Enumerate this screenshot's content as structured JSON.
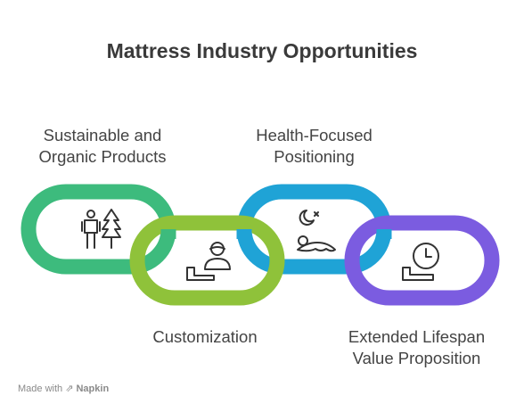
{
  "title": "Mattress Industry Opportunities",
  "items": [
    {
      "label_lines": [
        "Sustainable and",
        "Organic Products"
      ],
      "color": "#3dbb7d",
      "icon": "hiker-tree-icon"
    },
    {
      "label_lines": [
        "Customization"
      ],
      "color": "#8fc23a",
      "icon": "person-bed-icon"
    },
    {
      "label_lines": [
        "Health-Focused",
        "Positioning"
      ],
      "color": "#1fa3d6",
      "icon": "sleep-moon-icon"
    },
    {
      "label_lines": [
        "Extended Lifespan",
        "Value Proposition"
      ],
      "color": "#7b5ce0",
      "icon": "bed-clock-icon"
    }
  ],
  "footer": {
    "prefix": "Made with",
    "brand": "Napkin"
  }
}
